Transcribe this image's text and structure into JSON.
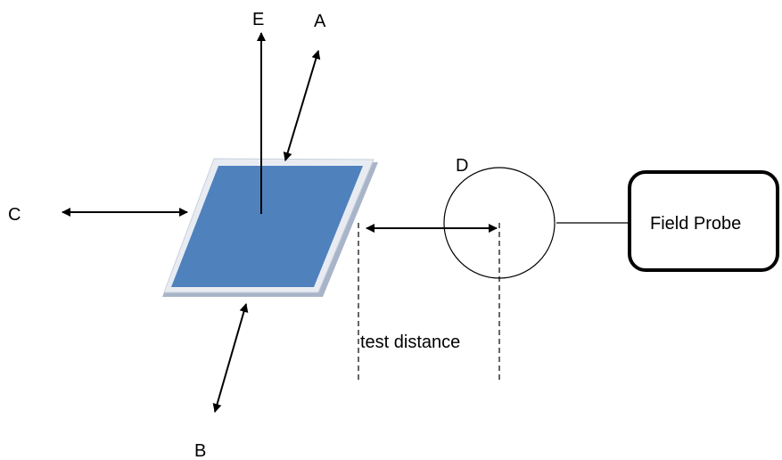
{
  "labels": {
    "a": "A",
    "b": "B",
    "c": "C",
    "d": "D",
    "e": "E",
    "test_distance": "test distance",
    "field_probe": "Field Probe"
  },
  "colors": {
    "panel_fill": "#4f81bd",
    "panel_shadow": "#a8b4c8",
    "panel_edge": "#e8ecf2",
    "stroke": "#000000"
  }
}
